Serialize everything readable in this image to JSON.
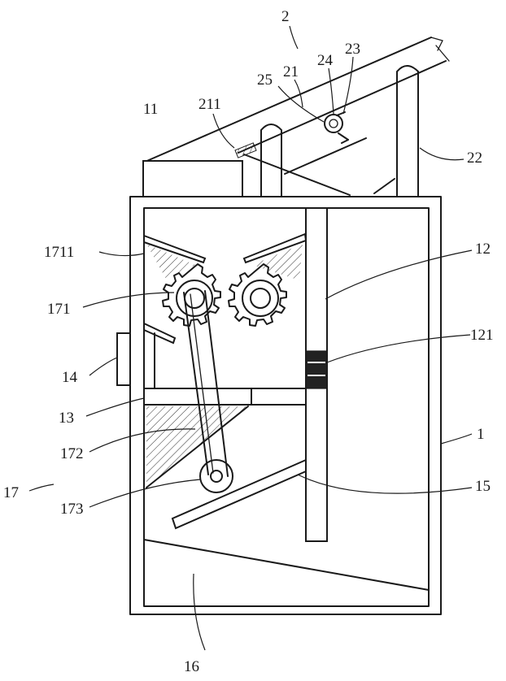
{
  "labels": {
    "l2": "2",
    "l23": "23",
    "l24": "24",
    "l25": "25",
    "l21": "21",
    "l11": "11",
    "l211": "211",
    "l22": "22",
    "l1711": "1711",
    "l12": "12",
    "l171": "171",
    "l121": "121",
    "l14": "14",
    "l13": "13",
    "l1": "1",
    "l172": "172",
    "l17": "17",
    "l173": "173",
    "l15": "15",
    "l16": "16"
  }
}
